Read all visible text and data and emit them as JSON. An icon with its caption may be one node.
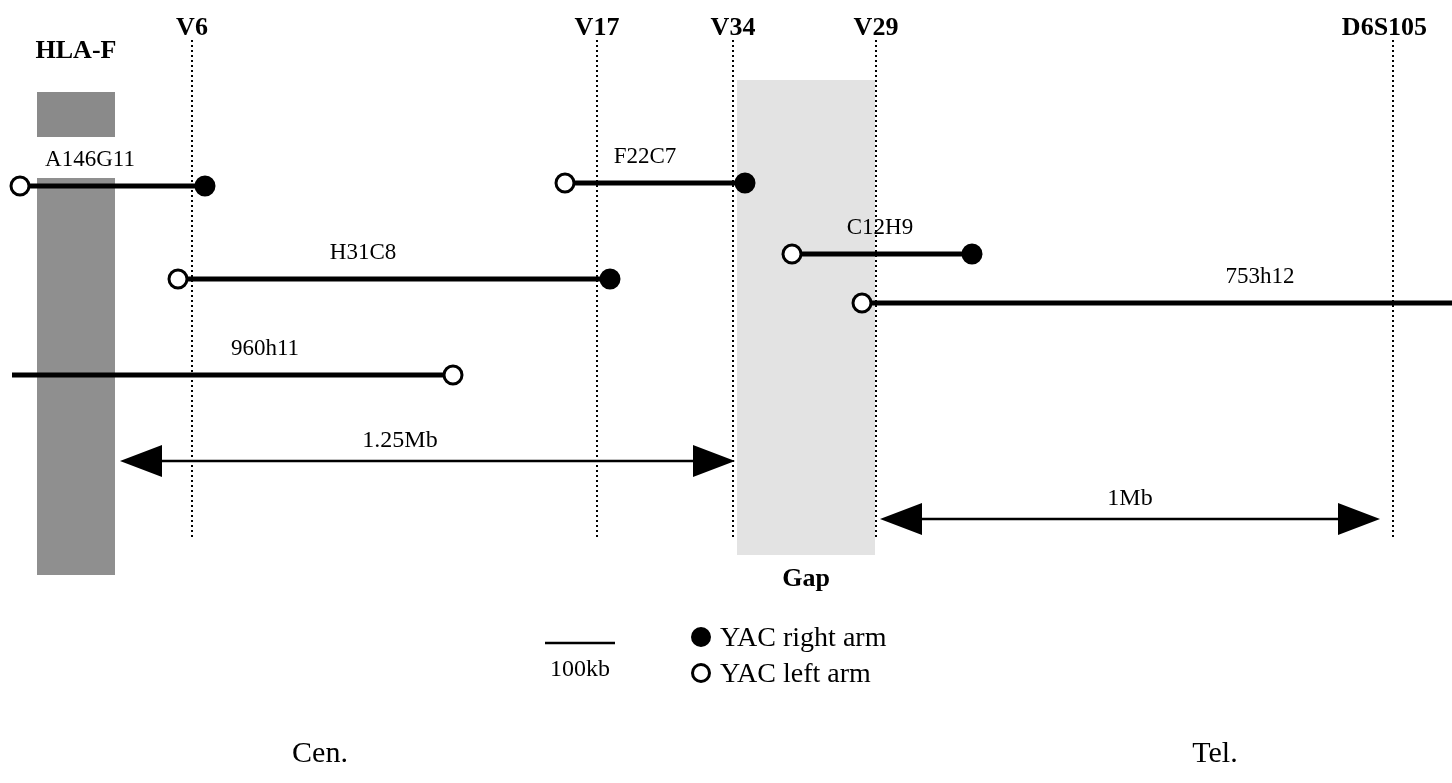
{
  "diagram": {
    "nodes": [
      {
        "text": [
          "HLA-F"
        ]
      },
      {
        "text": [
          "Gap"
        ]
      },
      {
        "text": [
          "A146G11"
        ]
      },
      {
        "text": [
          "F22C7"
        ]
      },
      {
        "text": [
          "C12H9"
        ]
      },
      {
        "text": [
          "H31C8"
        ]
      },
      {
        "text": [
          "753h12"
        ]
      },
      {
        "text": [
          "960h11"
        ]
      }
    ],
    "labels": [
      "V6",
      "V17",
      "V34",
      "V29",
      "D6S105",
      "1.25Mb",
      "1Mb",
      "100kb",
      "Cen.",
      "Tel."
    ],
    "legend": [
      {
        "text": "YAC right arm"
      },
      {
        "text": "YAC left arm"
      }
    ]
  }
}
